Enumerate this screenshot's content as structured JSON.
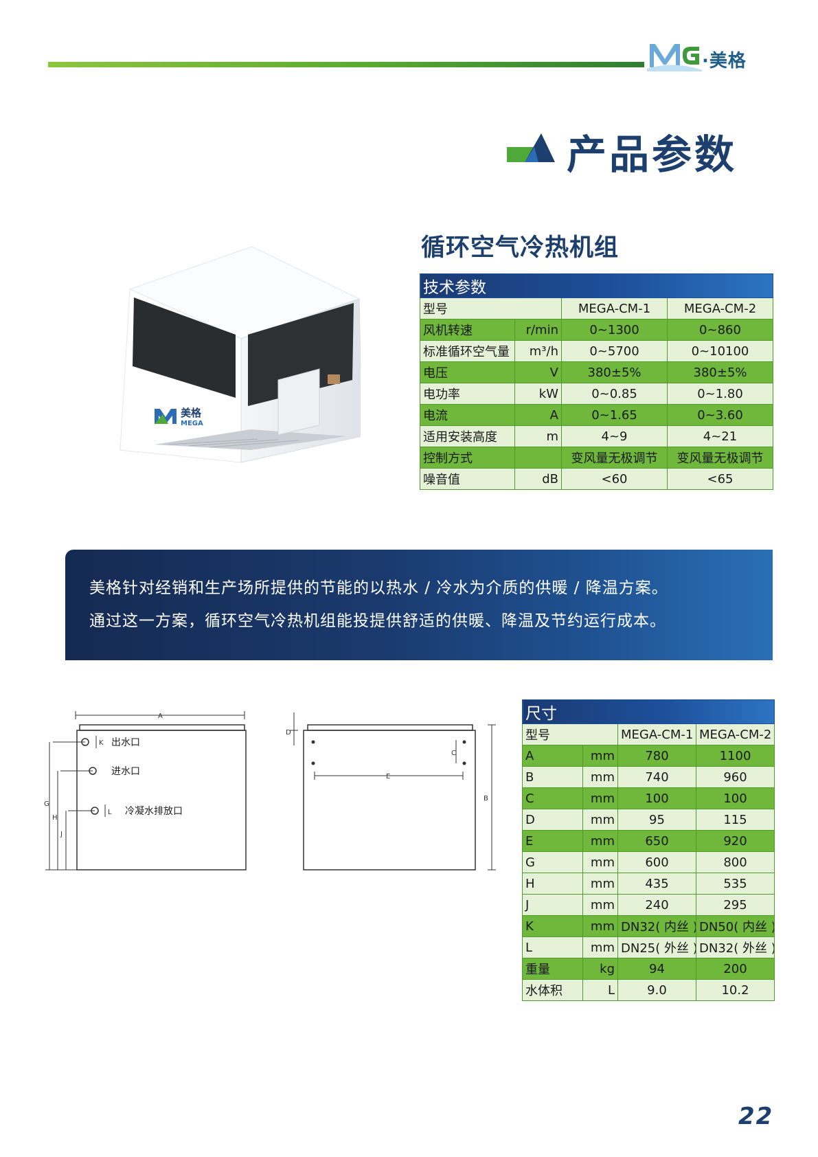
{
  "header": {
    "logo_mark": "MG",
    "logo_text": "·美格"
  },
  "section_title": "产品参数",
  "product_title": "循环空气冷热机组",
  "product_image": {
    "brand_cn": "美格",
    "brand_en": "MEGA"
  },
  "tech_table": {
    "title": "技术参数",
    "header_label": "型号",
    "models": [
      "MEGA-CM-1",
      "MEGA-CM-2"
    ],
    "rows": [
      {
        "label": "风机转速",
        "unit": "r/min",
        "v1": "0~1300",
        "v2": "0~860"
      },
      {
        "label": "标准循环空气量",
        "unit": "m³/h",
        "v1": "0~5700",
        "v2": "0~10100"
      },
      {
        "label": "电压",
        "unit": "V",
        "v1": "380±5%",
        "v2": "380±5%"
      },
      {
        "label": "电功率",
        "unit": "kW",
        "v1": "0~0.85",
        "v2": "0~1.80"
      },
      {
        "label": "电流",
        "unit": "A",
        "v1": "0~1.65",
        "v2": "0~3.60"
      },
      {
        "label": "适用安装高度",
        "unit": "m",
        "v1": "4~9",
        "v2": "4~21"
      },
      {
        "label": "控制方式",
        "unit": "",
        "v1": "变风量无极调节",
        "v2": "变风量无极调节"
      },
      {
        "label": "噪音值",
        "unit": "dB",
        "v1": "<60",
        "v2": "<65"
      }
    ]
  },
  "banner": {
    "line1": "美格针对经销和生产场所提供的节能的以热水 / 冷水为介质的供暖 / 降温方案。",
    "line2": "通过这一方案，循环空气冷热机组能投提供舒适的供暖、降温及节约运行成本。"
  },
  "diagram": {
    "labels": {
      "outlet": "出水口",
      "inlet": "进水口",
      "drain": "冷凝水排放口",
      "A": "A",
      "B": "B",
      "C": "C",
      "D": "D",
      "E": "E",
      "G": "G",
      "H": "H",
      "J": "J",
      "K": "K",
      "L": "L"
    }
  },
  "dim_table": {
    "title": "尺寸",
    "header_label": "型号",
    "models": [
      "MEGA-CM-1",
      "MEGA-CM-2"
    ],
    "rows": [
      {
        "label": "A",
        "unit": "mm",
        "v1": "780",
        "v2": "1100"
      },
      {
        "label": "B",
        "unit": "mm",
        "v1": "740",
        "v2": "960"
      },
      {
        "label": "C",
        "unit": "mm",
        "v1": "100",
        "v2": "100"
      },
      {
        "label": "D",
        "unit": "mm",
        "v1": "95",
        "v2": "115"
      },
      {
        "label": "E",
        "unit": "mm",
        "v1": "650",
        "v2": "920"
      },
      {
        "label": "G",
        "unit": "mm",
        "v1": "600",
        "v2": "800"
      },
      {
        "label": "H",
        "unit": "mm",
        "v1": "435",
        "v2": "535"
      },
      {
        "label": "J",
        "unit": "mm",
        "v1": "240",
        "v2": "295"
      },
      {
        "label": "K",
        "unit": "mm",
        "v1": "DN32( 内丝 )",
        "v2": "DN50( 内丝 )"
      },
      {
        "label": "L",
        "unit": "mm",
        "v1": "DN25( 外丝 )",
        "v2": "DN32( 外丝 )"
      },
      {
        "label": "重量",
        "unit": "kg",
        "v1": "94",
        "v2": "200"
      },
      {
        "label": "水体积",
        "unit": "L",
        "v1": "9.0",
        "v2": "10.2"
      }
    ]
  },
  "page_number": "22",
  "colors": {
    "navy": "#1c3f6e",
    "green_dark": "#6fb83c",
    "green_light": "#e6f2d8",
    "banner_blue": "#1a3a6e"
  }
}
